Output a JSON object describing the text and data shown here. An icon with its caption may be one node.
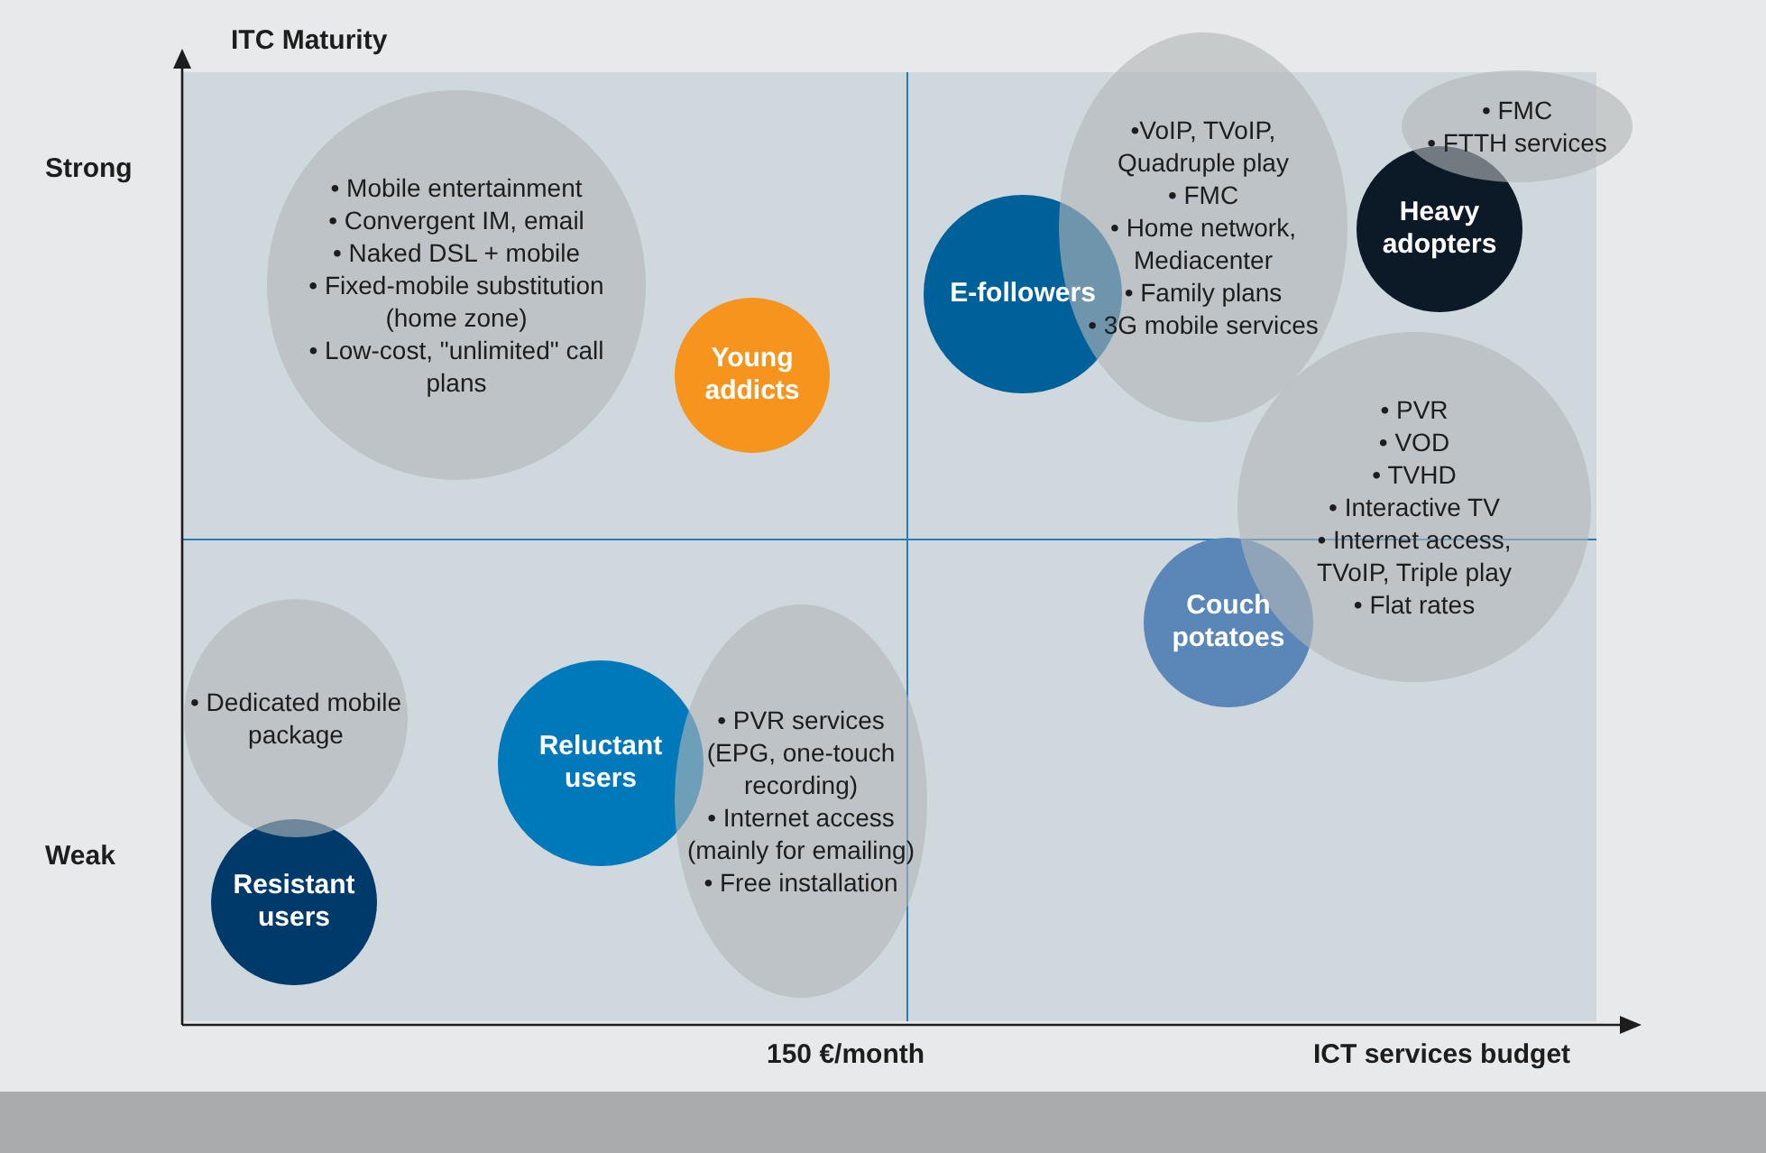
{
  "diagram": {
    "nodes": [
      {
        "text": [
          "• Mobile entertainment",
          "• Convergent IM, email",
          "• Naked DSL + mobile",
          "• Fixed-mobile substitution (home zone)",
          "• Low-cost, \"unlimited\" call plans"
        ]
      },
      {
        "text": [
          "Young addicts"
        ]
      },
      {
        "text": [
          "•VoIP, TVoIP, Quadruple play",
          "• FMC",
          "• Home network, Mediacenter",
          "• Family plans",
          "• 3G mobile services"
        ]
      },
      {
        "text": [
          "E-followers"
        ]
      },
      {
        "text": [
          "• FMC",
          "• FTTH services"
        ]
      },
      {
        "text": [
          "Heavy adopters"
        ]
      },
      {
        "text": [
          "• PVR",
          "• VOD",
          "• TVHD",
          "• Interactive TV",
          "• Internet access, TVoIP, Triple play",
          "• Flat rates"
        ]
      },
      {
        "text": [
          "Couch potatoes"
        ]
      },
      {
        "text": [
          "• Dedicated mobile package"
        ]
      },
      {
        "text": [
          "Resistant users"
        ]
      },
      {
        "text": [
          "Reluctant users"
        ]
      },
      {
        "text": [
          "• PVR services (EPG, one-touch recording)",
          "• Internet access (mainly for emailing)",
          "• Free installation"
        ]
      }
    ],
    "labels": [
      "ITC Maturity",
      "Strong",
      "Weak",
      "150 €/month",
      "ICT services budget"
    ]
  }
}
